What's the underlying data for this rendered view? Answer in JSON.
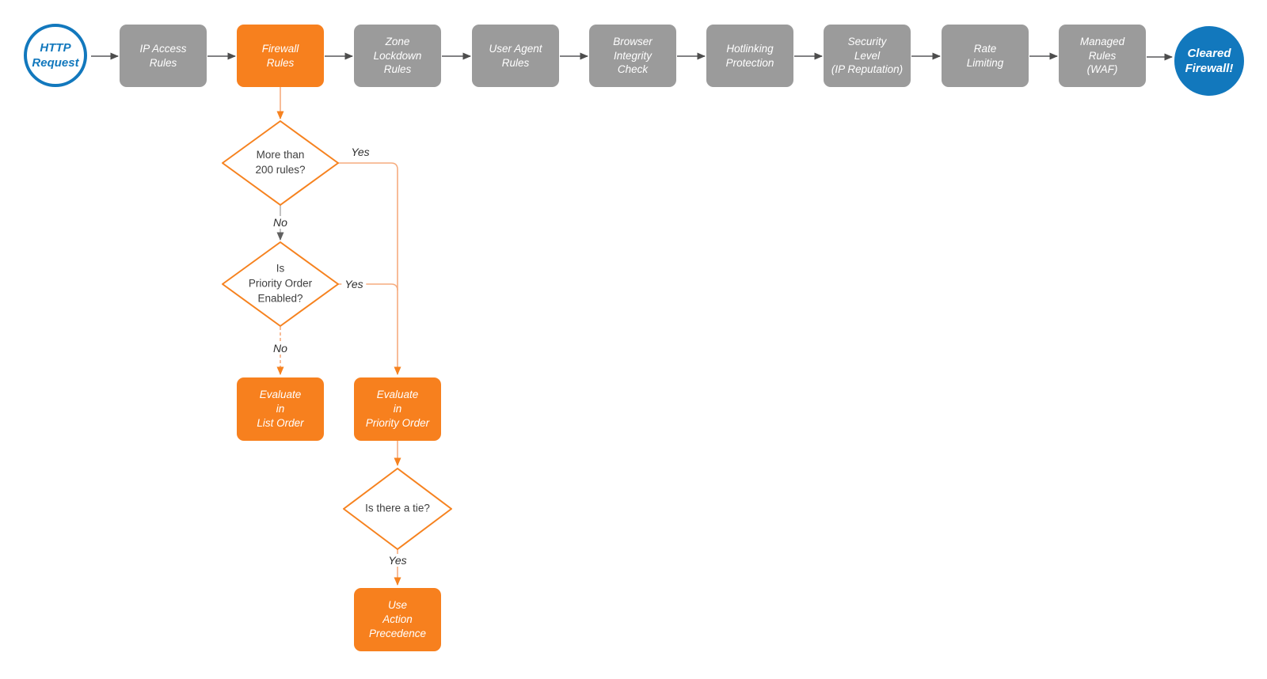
{
  "colors": {
    "orange": "#F6821F",
    "orange_fill": "#F7801E",
    "orange_light": "#F6AC7E",
    "gray_node": "#9B9B9B",
    "blue": "#1278BD",
    "arrow_dark": "#4D4D4D",
    "line_dark": "#58595B",
    "line_gray": "#B3B3B3",
    "arrow_gray": "#606060",
    "text_dark": "#3F3F3F",
    "label_dark": "#2E2E2E"
  },
  "flow": {
    "start": {
      "label": "HTTP\nRequest"
    },
    "steps": [
      {
        "label": "IP Access\nRules",
        "variant": "gray"
      },
      {
        "label": "Firewall\nRules",
        "variant": "orange"
      },
      {
        "label": "Zone\nLockdown\nRules",
        "variant": "gray"
      },
      {
        "label": "User Agent\nRules",
        "variant": "gray"
      },
      {
        "label": "Browser\nIntegrity\nCheck",
        "variant": "gray"
      },
      {
        "label": "Hotlinking\nProtection",
        "variant": "gray"
      },
      {
        "label": "Security\nLevel\n(IP Reputation)",
        "variant": "gray"
      },
      {
        "label": "Rate\nLimiting",
        "variant": "gray"
      },
      {
        "label": "Managed\nRules\n(WAF)",
        "variant": "gray"
      }
    ],
    "end": {
      "label": "Cleared\nFirewall!"
    },
    "decisions": [
      {
        "label": "More than\n200 rules?",
        "yes_label": "Yes",
        "no_label": "No"
      },
      {
        "label": "Is\nPriority Order\nEnabled?",
        "yes_label": "Yes",
        "no_label": "No"
      },
      {
        "label": "Is there a tie?",
        "yes_label": "Yes"
      }
    ],
    "actions": [
      {
        "label": "Evaluate\nin\nList Order"
      },
      {
        "label": "Evaluate\nin\nPriority Order"
      },
      {
        "label": "Use\nAction\nPrecedence"
      }
    ]
  }
}
